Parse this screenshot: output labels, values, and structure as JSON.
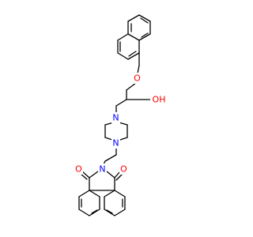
{
  "molecule": {
    "colors": {
      "carbon_bond": "#000000",
      "oxygen": "#ff0000",
      "nitrogen": "#0000ff",
      "background": "#ffffff"
    },
    "atom_labels": {
      "ether_oxygen": "O",
      "hydroxyl": "OH",
      "piperazine_n_top": "N",
      "piperazine_n_bottom": "N",
      "imide_n": "N",
      "carbonyl_o_left": "O",
      "carbonyl_o_right": "O"
    }
  }
}
